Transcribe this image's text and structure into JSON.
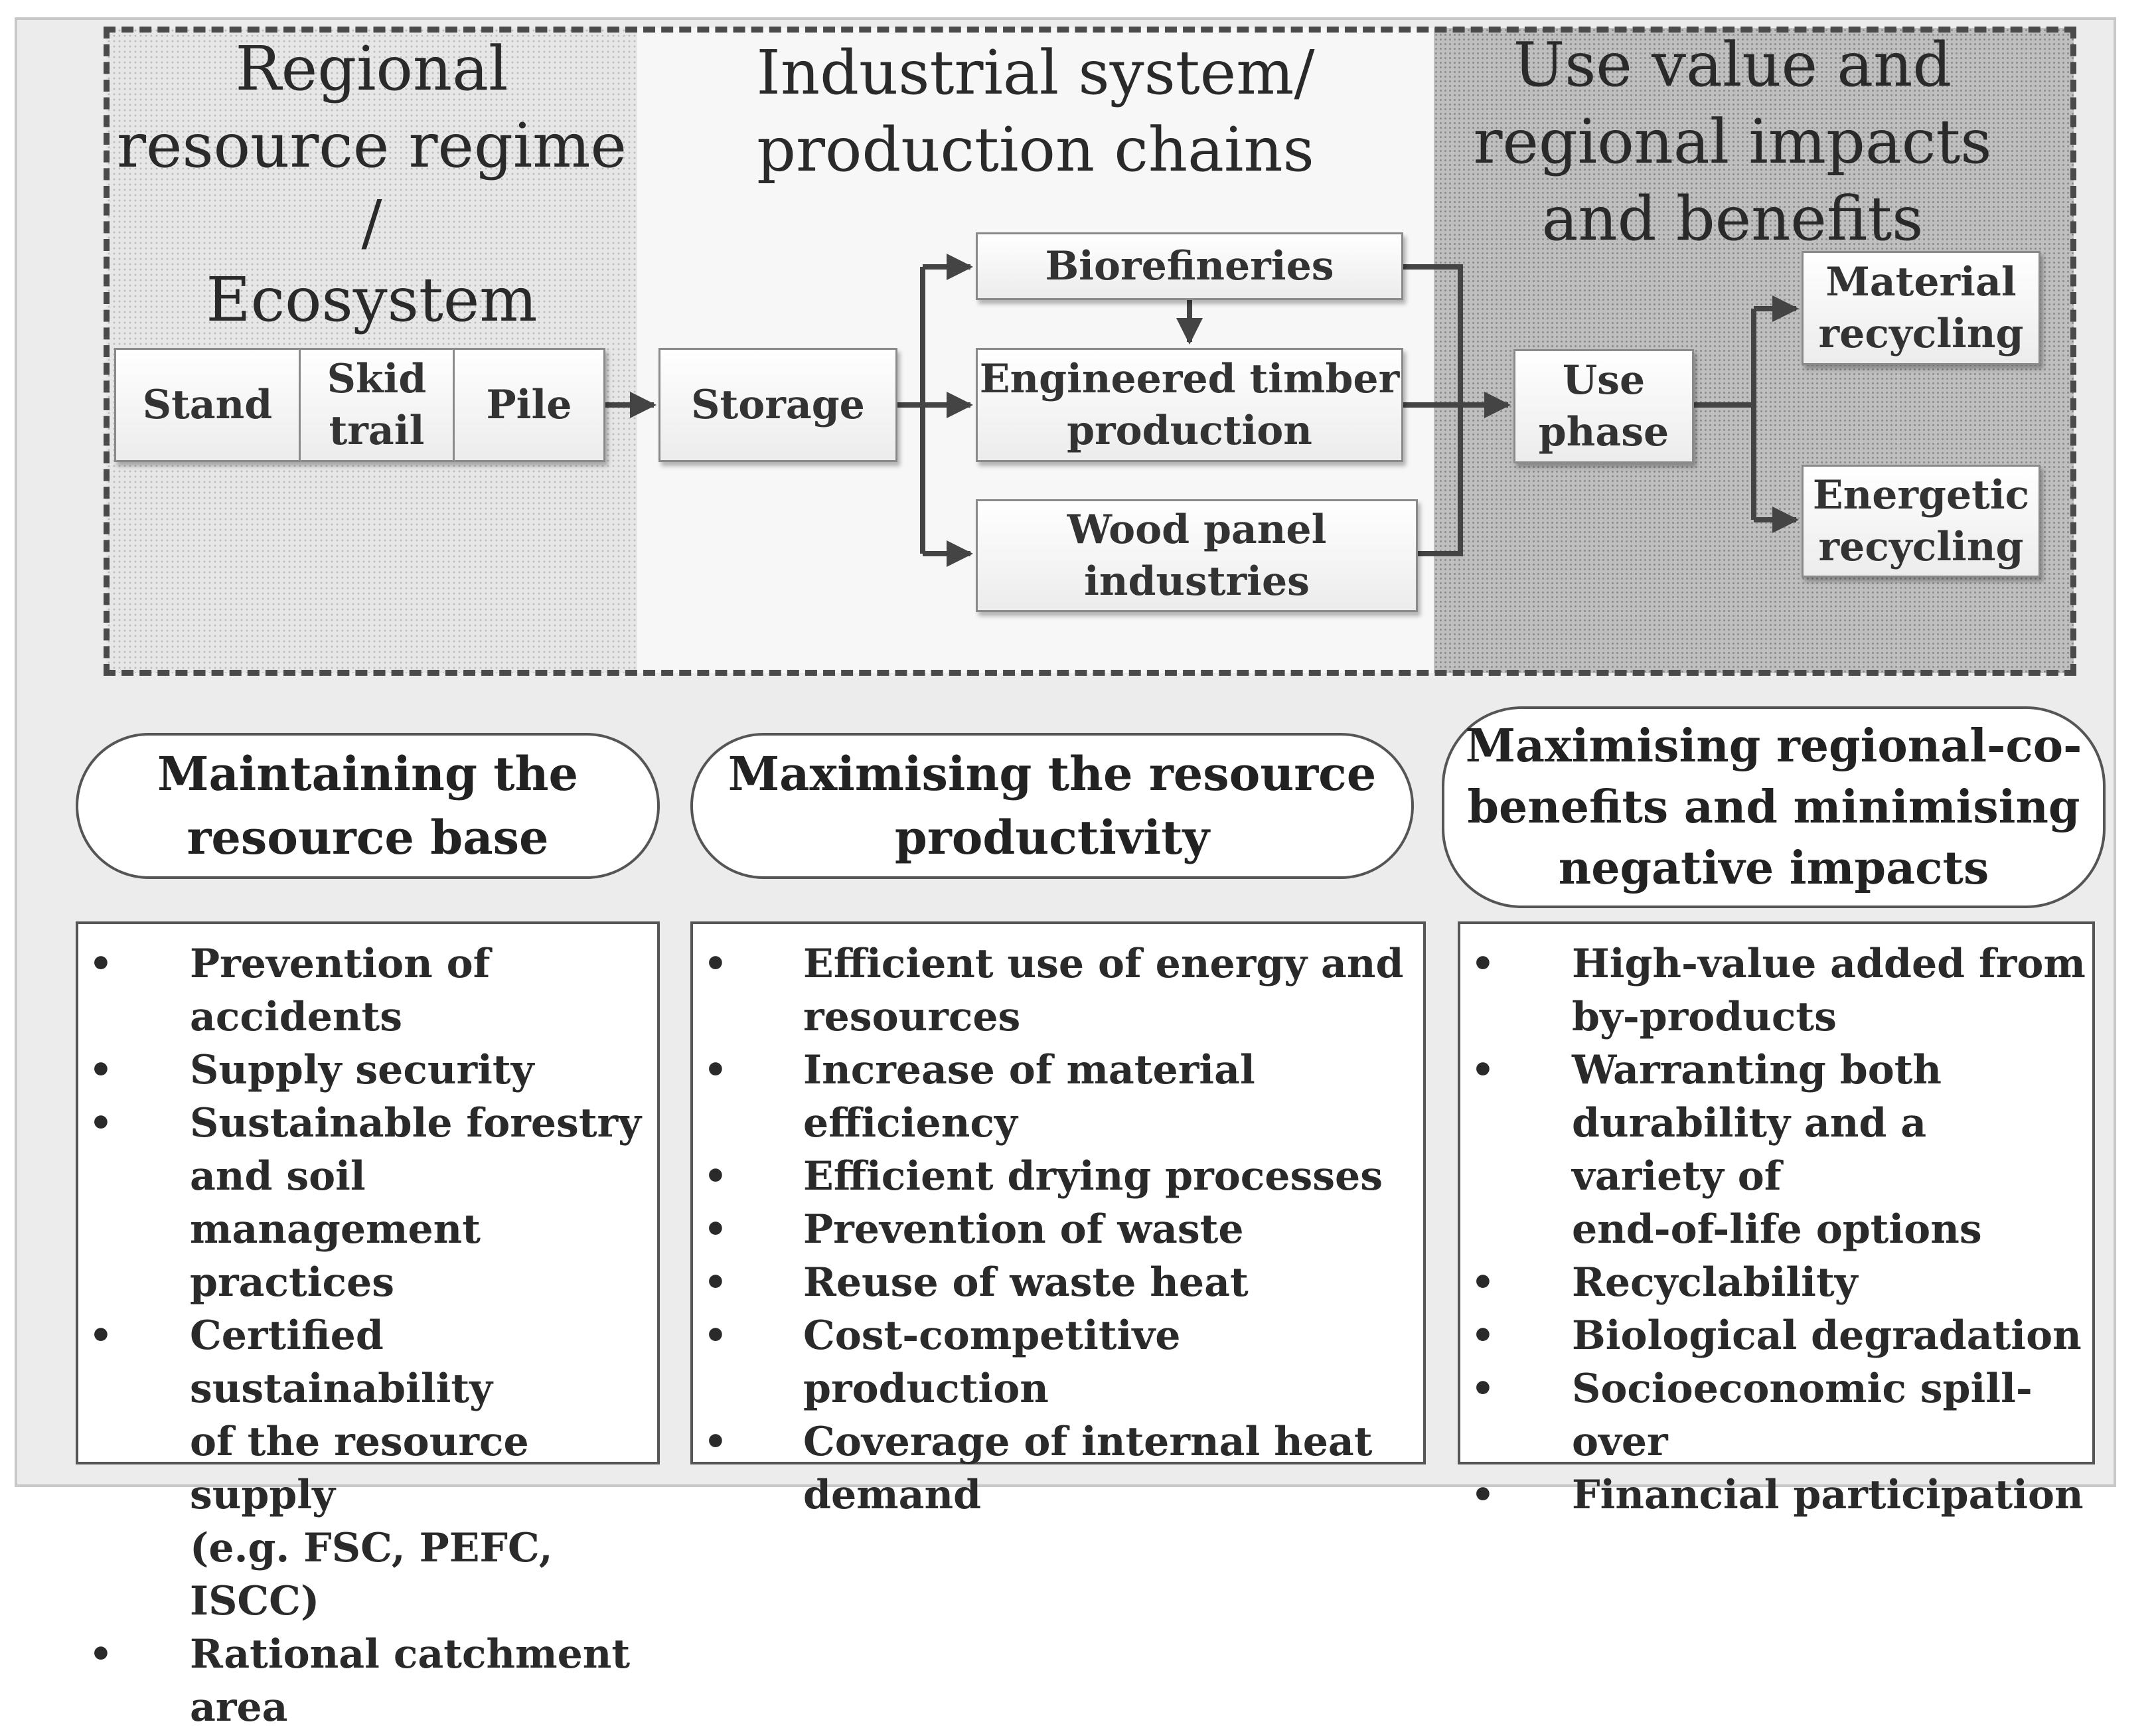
{
  "panels": {
    "left_title": [
      "Regional",
      "resource regime /",
      "Ecosystem"
    ],
    "mid_title": [
      "Industrial system/",
      "production chains"
    ],
    "right_title": [
      "Use value and",
      "regional impacts",
      "and benefits"
    ]
  },
  "nodes": {
    "stand": "Stand",
    "skid_trail": [
      "Skid",
      "trail"
    ],
    "pile": "Pile",
    "storage": "Storage",
    "biorefineries": "Biorefineries",
    "engineered_timber": [
      "Engineered timber",
      "production"
    ],
    "wood_panel": [
      "Wood panel",
      "industries"
    ],
    "use_phase": [
      "Use",
      "phase"
    ],
    "material_recycling": [
      "Material",
      "recycling"
    ],
    "energetic_recycling": [
      "Energetic",
      "recycling"
    ]
  },
  "goals": [
    {
      "title": [
        "Maintaining the",
        "resource base"
      ],
      "items": [
        [
          "Prevention of accidents"
        ],
        [
          "Supply security"
        ],
        [
          "Sustainable forestry",
          "and soil management",
          "practices"
        ],
        [
          "Certified sustainability",
          "of the resource supply",
          "(e.g. FSC, PEFC, ISCC)"
        ],
        [
          "Rational catchment",
          "area"
        ]
      ]
    },
    {
      "title": [
        "Maximising the resource",
        "productivity"
      ],
      "items": [
        [
          "Efficient use of energy and",
          "resources"
        ],
        [
          "Increase of material efficiency"
        ],
        [
          "Efficient drying processes"
        ],
        [
          "Prevention of waste"
        ],
        [
          "Reuse of waste heat"
        ],
        [
          "Cost-competitive production"
        ],
        [
          "Coverage of internal heat",
          "demand"
        ]
      ]
    },
    {
      "title": [
        "Maximising regional-co-",
        "benefits and minimising",
        "negative impacts"
      ],
      "items": [
        [
          "High-value added from",
          "by-products"
        ],
        [
          "Warranting both",
          "durability and a variety of",
          "end-of-life options"
        ],
        [
          "Recyclability"
        ],
        [
          "Biological degradation"
        ],
        [
          "Socioeconomic spill-over"
        ],
        [
          "Financial participation"
        ]
      ]
    }
  ],
  "bullet_symbol": "•"
}
